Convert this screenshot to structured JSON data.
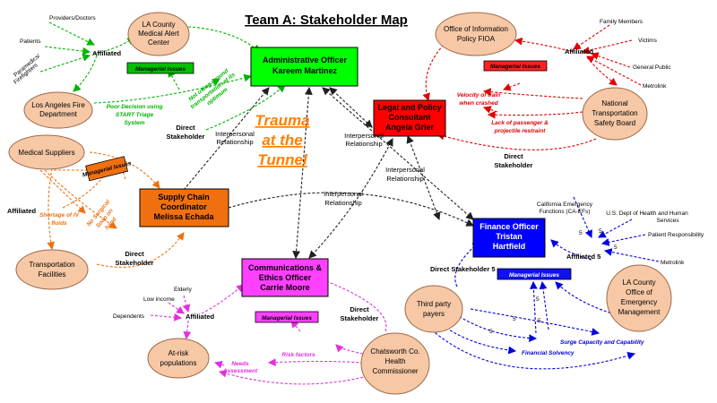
{
  "title": "Team A: Stakeholder Map",
  "trauma": [
    "Trauma",
    "at the",
    "Tunnel"
  ],
  "colors": {
    "green": "#00b400",
    "red": "#e00000",
    "orange": "#f07010",
    "blue": "#0000e0",
    "magenta": "#e030e0",
    "black": "#202020",
    "node_fill": "#f7c8a6",
    "node_stroke": "#9c6a48"
  },
  "officers": {
    "admin": [
      "Administrative Officer",
      "Kareem Martinez"
    ],
    "legal": [
      "Legal and Policy",
      "Consultant",
      "Angela Grier"
    ],
    "supply": [
      "Supply Chain",
      "Coordinator",
      "Melissa Echada"
    ],
    "finance": [
      "Finance Officer",
      "Tristan",
      "Hartfield"
    ],
    "comms": [
      "Communications &",
      "Ethics Officer",
      "Carrie Moore"
    ]
  },
  "stakeholders": {
    "la_med": [
      "LA County",
      "Medical Alert",
      "Center"
    ],
    "la_fire": [
      "Los Angeles Fire",
      "Department"
    ],
    "oip": [
      "Office of Information",
      "Policy FIOA"
    ],
    "ntsb": [
      "National",
      "Transportation",
      "Safety Board"
    ],
    "med_sup": [
      "Medical Suppliers"
    ],
    "trans": [
      "Transportation",
      "Facilities"
    ],
    "lacoem": [
      "LA County",
      "Office of",
      "Emergency",
      "Management"
    ],
    "third": [
      "Third party",
      "payers"
    ],
    "atrisk": [
      "At-risk",
      "populations"
    ],
    "chats": [
      "Chatsworth Co.",
      "Health",
      "Commissioner"
    ]
  },
  "managerial_label": "Managerial Issues",
  "green_group": {
    "providers": "Providers/Doctors",
    "patients": "Patients",
    "paramedics": [
      "Paramedics/",
      "Firefighters"
    ],
    "affiliated": "Affiliated",
    "issue_left": [
      "Poor Decision using",
      "START Triage",
      "System"
    ],
    "issue_right": [
      "Not using ground",
      "transportation at its",
      "optimum"
    ],
    "direct": [
      "Direct",
      "Stakeholder"
    ]
  },
  "red_group": {
    "family": "Family Members",
    "victims": "Victims",
    "public": "General Public",
    "metrolink": "Metrolink",
    "affiliated": "Affiliated",
    "issue_1": [
      "Velocity of train",
      "when crashed"
    ],
    "issue_2": [
      "Lack of passenger &",
      "projectile restraint"
    ],
    "direct": [
      "Direct",
      "Stakeholder"
    ]
  },
  "orange_group": {
    "affiliated": "Affiliated",
    "issue_1": [
      "Shortage of IV",
      "fluids"
    ],
    "issue_2": [
      "No Surgical",
      "Soap on",
      "hand"
    ],
    "direct": [
      "Direct",
      "Stakeholder"
    ]
  },
  "blue_group": {
    "ca_efs": [
      "California Emergency",
      "Functions (CA-EFs)"
    ],
    "usdhhs": [
      "U.S. Dept of Health and Human",
      "Services"
    ],
    "patient_resp": "Patient Responsibility",
    "metrolink": "Metrolink",
    "affiliated": "Affiliated 5",
    "direct": "Direct Stakeholder 5",
    "capacity": "Surge Capacity and Capability",
    "solvency": "Financial Solvency",
    "fives": [
      "5",
      "5",
      "5",
      "5",
      "5",
      "5",
      "5"
    ]
  },
  "magenta_group": {
    "elderly": "Elderly",
    "low_income": "Low income",
    "dependents": "Dependents",
    "affiliated": "Affiliated",
    "risk": "Risk factors",
    "needs": [
      "Needs",
      "Assessment"
    ],
    "direct": [
      "Direct",
      "Stakeholder"
    ]
  },
  "black_labels": {
    "ir1": [
      "Interpersonal",
      "Relationship"
    ],
    "ir2": [
      "Interpersonal",
      "Relationship"
    ],
    "ir3": [
      "Interpersonal",
      "Relationship"
    ],
    "ir4": [
      "Interpersonal",
      "Relationship"
    ]
  }
}
